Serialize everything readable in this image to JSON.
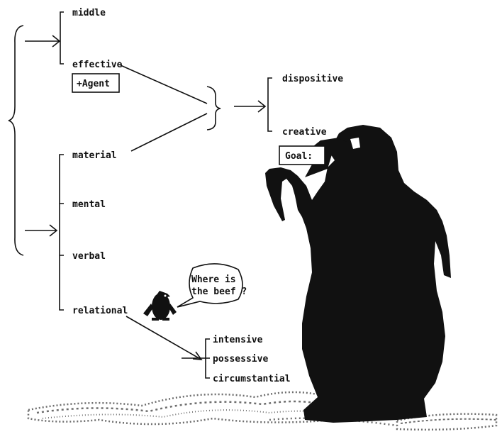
{
  "colors": {
    "ink": "#111111",
    "paper": "#ffffff",
    "ground": "#6e6e6e"
  },
  "systems": {
    "voice": [
      "middle",
      "effective"
    ],
    "process_types": [
      "material",
      "mental",
      "verbal",
      "relational"
    ],
    "agency": [
      "dispositive",
      "creative"
    ],
    "relational_types": [
      "intensive",
      "possessive",
      "circumstantial"
    ]
  },
  "features": {
    "agent_box": "+Agent",
    "goal_box": "Goal:"
  },
  "speech": {
    "line1": "Where is",
    "line2": "the beef ?"
  },
  "icons": {
    "large_figure": "penguin-icon",
    "small_figure": "small-penguin-icon",
    "ground": "stippled-snow-ground"
  }
}
